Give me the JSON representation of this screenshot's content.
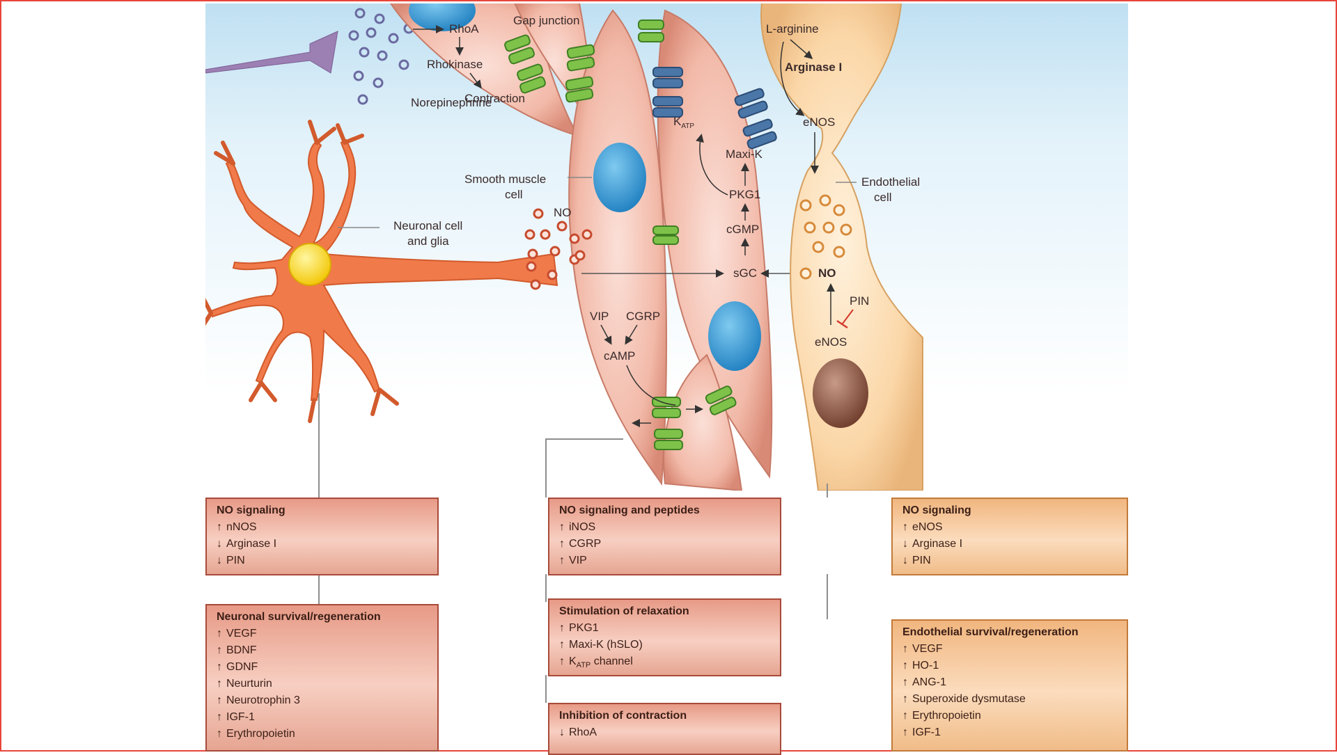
{
  "diagram": {
    "labels": {
      "norepinephrine": "Norepinephrine",
      "rhoa": "RhoA",
      "rhokinase": "Rhokinase",
      "contraction": "Contraction",
      "gap_junction": "Gap junction",
      "smooth_muscle_cell": [
        "Smooth muscle",
        "cell"
      ],
      "neuronal_cell": [
        "Neuronal cell",
        "and glia"
      ],
      "no_neuron": "NO",
      "vip": "VIP",
      "cgrp": "CGRP",
      "camp": "cAMP",
      "katp": "K",
      "katp_sub": "ATP",
      "maxi_k": "Maxi-K",
      "pkg1": "PKG1",
      "cgmp": "cGMP",
      "sgc": "sGC",
      "l_arginine": "L-arginine",
      "arginase": "Arginase I",
      "enos_top": "eNOS",
      "endothelial_cell": [
        "Endothelial",
        "cell"
      ],
      "no_endo": "NO",
      "pin": "PIN",
      "enos_bottom": "eNOS"
    },
    "boxes": {
      "neuron_signaling": {
        "title": "NO signaling",
        "items": [
          {
            "dir": "↑",
            "text": "nNOS"
          },
          {
            "dir": "↓",
            "text": "Arginase I"
          },
          {
            "dir": "↓",
            "text": "PIN"
          }
        ]
      },
      "neuron_survival": {
        "title": "Neuronal survival/regeneration",
        "items": [
          {
            "dir": "↑",
            "text": "VEGF"
          },
          {
            "dir": "↑",
            "text": "BDNF"
          },
          {
            "dir": "↑",
            "text": "GDNF"
          },
          {
            "dir": "↑",
            "text": "Neurturin"
          },
          {
            "dir": "↑",
            "text": "Neurotrophin 3"
          },
          {
            "dir": "↑",
            "text": "IGF-1"
          },
          {
            "dir": "↑",
            "text": "Erythropoietin"
          }
        ]
      },
      "smooth_signaling": {
        "title": "NO signaling and peptides",
        "items": [
          {
            "dir": "↑",
            "text": "iNOS"
          },
          {
            "dir": "↑",
            "text": "CGRP"
          },
          {
            "dir": "↑",
            "text": "VIP"
          }
        ]
      },
      "smooth_relaxation": {
        "title": "Stimulation of relaxation",
        "items": [
          {
            "dir": "↑",
            "text": "PKG1"
          },
          {
            "dir": "↑",
            "text": "Maxi-K (hSLO)"
          },
          {
            "dir": "↑",
            "text": "K",
            "sub": "ATP",
            "rest": " channel"
          }
        ]
      },
      "smooth_inhibition": {
        "title": "Inhibition of contraction",
        "items": [
          {
            "dir": "↓",
            "text": "RhoA"
          }
        ]
      },
      "endo_signaling": {
        "title": "NO signaling",
        "items": [
          {
            "dir": "↑",
            "text": "eNOS"
          },
          {
            "dir": "↓",
            "text": "Arginase I"
          },
          {
            "dir": "↓",
            "text": "PIN"
          }
        ]
      },
      "endo_survival": {
        "title": "Endothelial survival/regeneration",
        "items": [
          {
            "dir": "↑",
            "text": "VEGF"
          },
          {
            "dir": "↑",
            "text": "HO-1"
          },
          {
            "dir": "↑",
            "text": "ANG-1"
          },
          {
            "dir": "↑",
            "text": "Superoxide dysmutase"
          },
          {
            "dir": "↑",
            "text": "Erythropoietin"
          },
          {
            "dir": "↑",
            "text": "IGF-1"
          }
        ]
      }
    }
  }
}
